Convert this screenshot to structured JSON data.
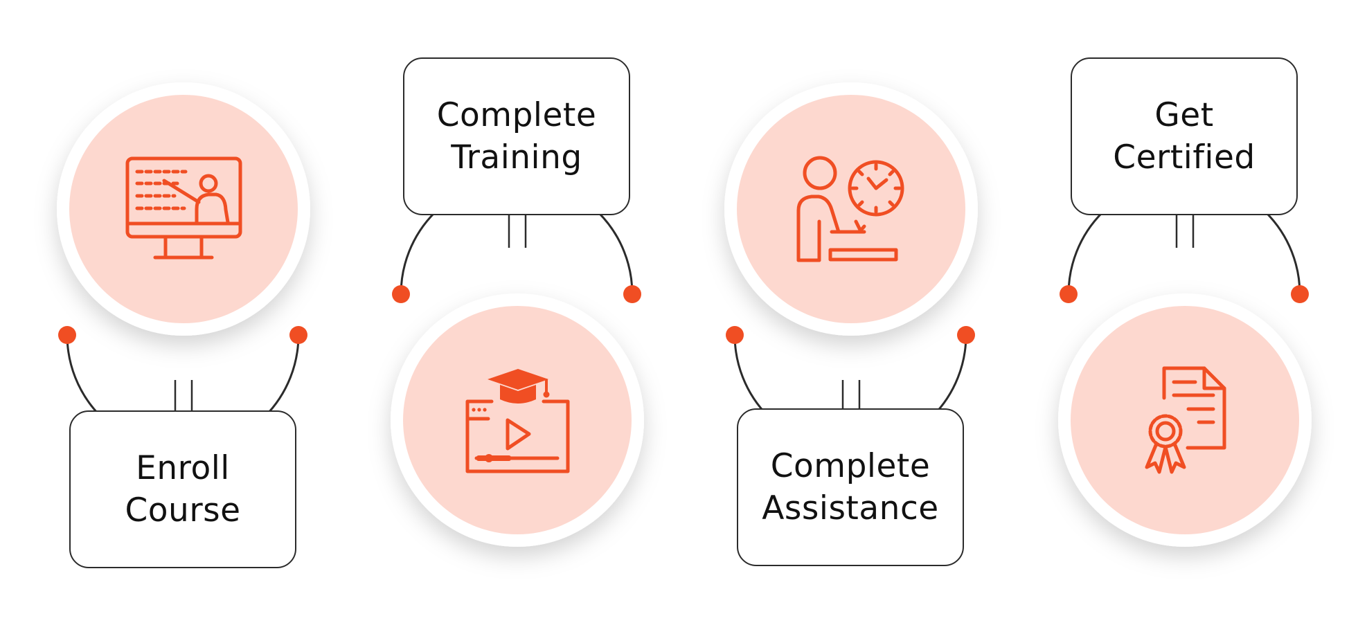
{
  "diagram": {
    "accent_color": "#f04e23",
    "circle_fill": "#fdd8cf",
    "steps": [
      {
        "label_line1": "Enroll",
        "label_line2": "Course",
        "icon": "online-class-monitor-icon"
      },
      {
        "label_line1": "Complete",
        "label_line2": "Training",
        "icon": "video-course-graduation-cap-icon"
      },
      {
        "label_line1": "Complete",
        "label_line2": "Assistance",
        "icon": "study-time-clock-icon"
      },
      {
        "label_line1": "Get",
        "label_line2": "Certified",
        "icon": "certificate-ribbon-icon"
      }
    ]
  }
}
